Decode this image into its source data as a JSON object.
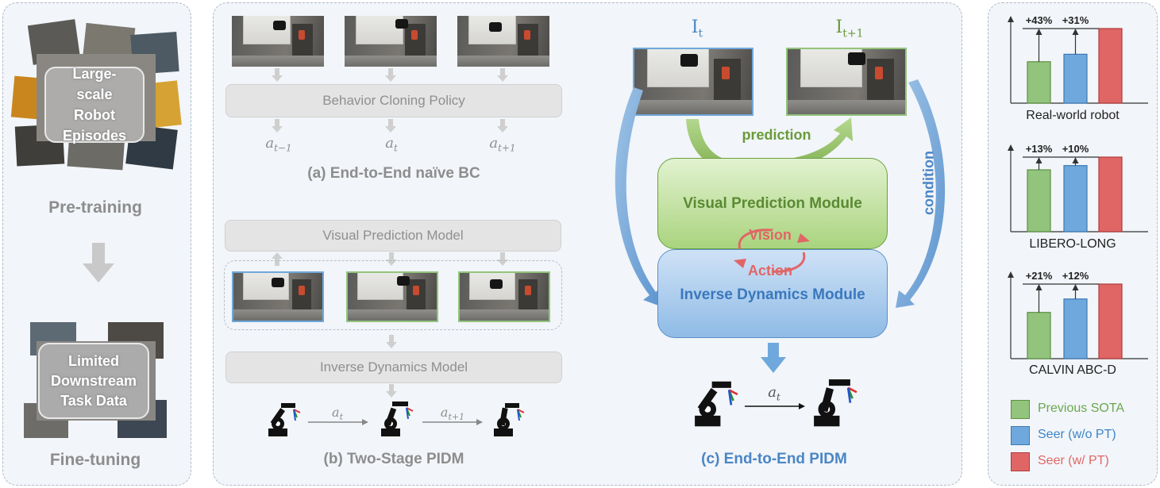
{
  "left_panel": {
    "pretrain_box": "Large-scale Robot Episodes",
    "pretrain_label": "Pre-training",
    "finetune_box": "Limited Downstream Task Data",
    "finetune_label": "Fine-tuning"
  },
  "panel_a": {
    "policy_label": "Behavior Cloning Policy",
    "actions": [
      "a_{t-1}",
      "a_t",
      "a_{t+1}"
    ],
    "action_main": [
      "a",
      "a",
      "a"
    ],
    "action_sub": [
      "t−1",
      "t",
      "t+1"
    ],
    "caption": "(a) End-to-End naïve BC"
  },
  "panel_b": {
    "vpm_label": "Visual Prediction Model",
    "idm_label": "Inverse Dynamics Model",
    "action_main": [
      "a",
      "a"
    ],
    "action_sub": [
      "t",
      "t+1"
    ],
    "caption": "(b) Two-Stage PIDM"
  },
  "panel_c": {
    "frame_labels": [
      "I",
      "I"
    ],
    "frame_subs": [
      "t",
      "t+1"
    ],
    "prediction_label": "prediction",
    "condition_label": "condition",
    "vpm_label": "Visual Prediction Module",
    "idm_label": "Inverse Dynamics Module",
    "vision_label": "Vision",
    "action_label": "Action",
    "action_main": "a",
    "action_sub": "t",
    "caption": "(c) End-to-End PIDM"
  },
  "right_panel": {
    "charts": [
      {
        "title": "Real-world robot",
        "gain1": "+43%",
        "gain2": "+31%"
      },
      {
        "title": "LIBERO-LONG",
        "gain1": "+13%",
        "gain2": "+10%"
      },
      {
        "title": "CALVIN ABC-D",
        "gain1": "+21%",
        "gain2": "+12%"
      }
    ],
    "legend": [
      {
        "label": "Previous SOTA",
        "color": "#92c47d"
      },
      {
        "label": "Seer (w/o PT)",
        "color": "#6fa8dc"
      },
      {
        "label": "Seer (w/ PT)",
        "color": "#e06666"
      }
    ]
  },
  "chart_data": [
    {
      "type": "bar",
      "title": "Real-world robot",
      "categories": [
        "Previous SOTA",
        "Seer (w/o PT)",
        "Seer (w/ PT)"
      ],
      "values": [
        0.5,
        0.59,
        0.9
      ],
      "annotations": [
        "+43%",
        "+31%"
      ]
    },
    {
      "type": "bar",
      "title": "LIBERO-LONG",
      "categories": [
        "Previous SOTA",
        "Seer (w/o PT)",
        "Seer (w/ PT)"
      ],
      "values": [
        0.73,
        0.78,
        0.88
      ],
      "annotations": [
        "+13%",
        "+10%"
      ]
    },
    {
      "type": "bar",
      "title": "CALVIN ABC-D",
      "categories": [
        "Previous SOTA",
        "Seer (w/o PT)",
        "Seer (w/ PT)"
      ],
      "values": [
        0.62,
        0.8,
        1.0
      ],
      "annotations": [
        "+21%",
        "+12%"
      ]
    }
  ],
  "colors": {
    "green": "#6a9b3a",
    "blue": "#4a86c5",
    "red": "#e06666",
    "gray_text": "#8d8d8d"
  }
}
